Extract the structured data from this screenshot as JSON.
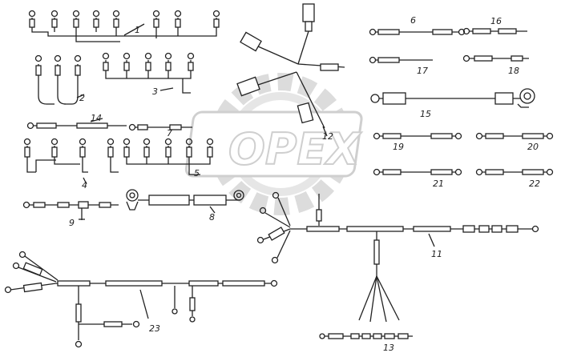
{
  "watermark": {
    "text": "OPEX",
    "color": "#d8d8d8"
  },
  "colors": {
    "ink": "#222222",
    "fill": "#ffffff",
    "watermark": "#cfcfcf"
  },
  "labels": {
    "l1": "1",
    "l2": "2",
    "l3": "3",
    "l4": "4",
    "l5": "5",
    "l6": "6",
    "l7": "7",
    "l8": "8",
    "l9": "9",
    "l11": "11",
    "l12": "12",
    "l13": "13",
    "l14": "14",
    "l15": "15",
    "l16": "16",
    "l17": "17",
    "l18": "18",
    "l19": "19",
    "l20": "20",
    "l21": "21",
    "l22": "22",
    "l23": "23"
  }
}
